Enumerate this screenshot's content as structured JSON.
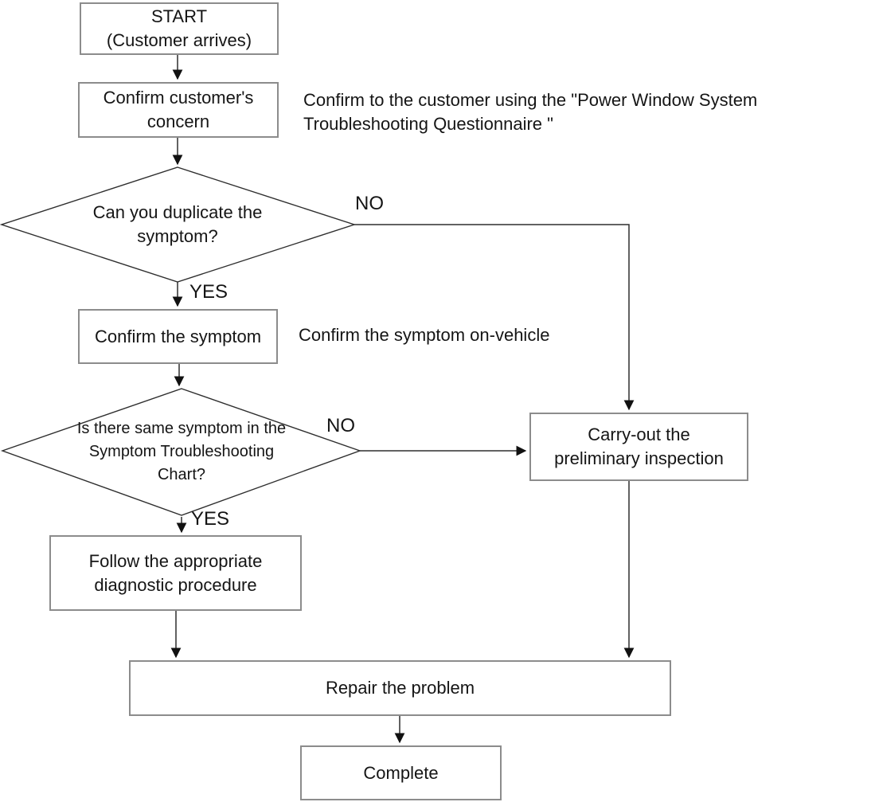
{
  "diagram": {
    "type": "flowchart",
    "topic": "Power Window System troubleshooting workflow"
  },
  "nodes": {
    "start": {
      "label": "START\n(Customer arrives)",
      "shape": "rectangle"
    },
    "confirm_concern": {
      "label": "Confirm customer's\nconcern",
      "shape": "rectangle"
    },
    "duplicate_symptom": {
      "label": "Can you duplicate the\nsymptom?",
      "shape": "diamond"
    },
    "confirm_symptom": {
      "label": "Confirm the symptom",
      "shape": "rectangle"
    },
    "same_symptom": {
      "label": "Is there same symptom in the\nSymptom Troubleshooting\nChart?",
      "shape": "diamond"
    },
    "follow_procedure": {
      "label": "Follow the appropriate\ndiagnostic procedure",
      "shape": "rectangle"
    },
    "carry_out": {
      "label": "Carry-out the\npreliminary inspection",
      "shape": "rectangle"
    },
    "repair": {
      "label": "Repair the problem",
      "shape": "rectangle"
    },
    "complete": {
      "label": "Complete",
      "shape": "rectangle"
    }
  },
  "edge_labels": {
    "duplicate_no": "NO",
    "duplicate_yes": "YES",
    "same_no": "NO",
    "same_yes": "YES"
  },
  "notes": {
    "questionnaire": "Confirm to the customer using the \"Power Window System\nTroubleshooting Questionnaire \"",
    "on_vehicle": "Confirm the symptom on-vehicle"
  },
  "colors": {
    "background": "#ffffff",
    "box_border": "#8c8c8c",
    "connector": "#2e2e2e",
    "arrowhead": "#111111",
    "text": "#151515"
  }
}
